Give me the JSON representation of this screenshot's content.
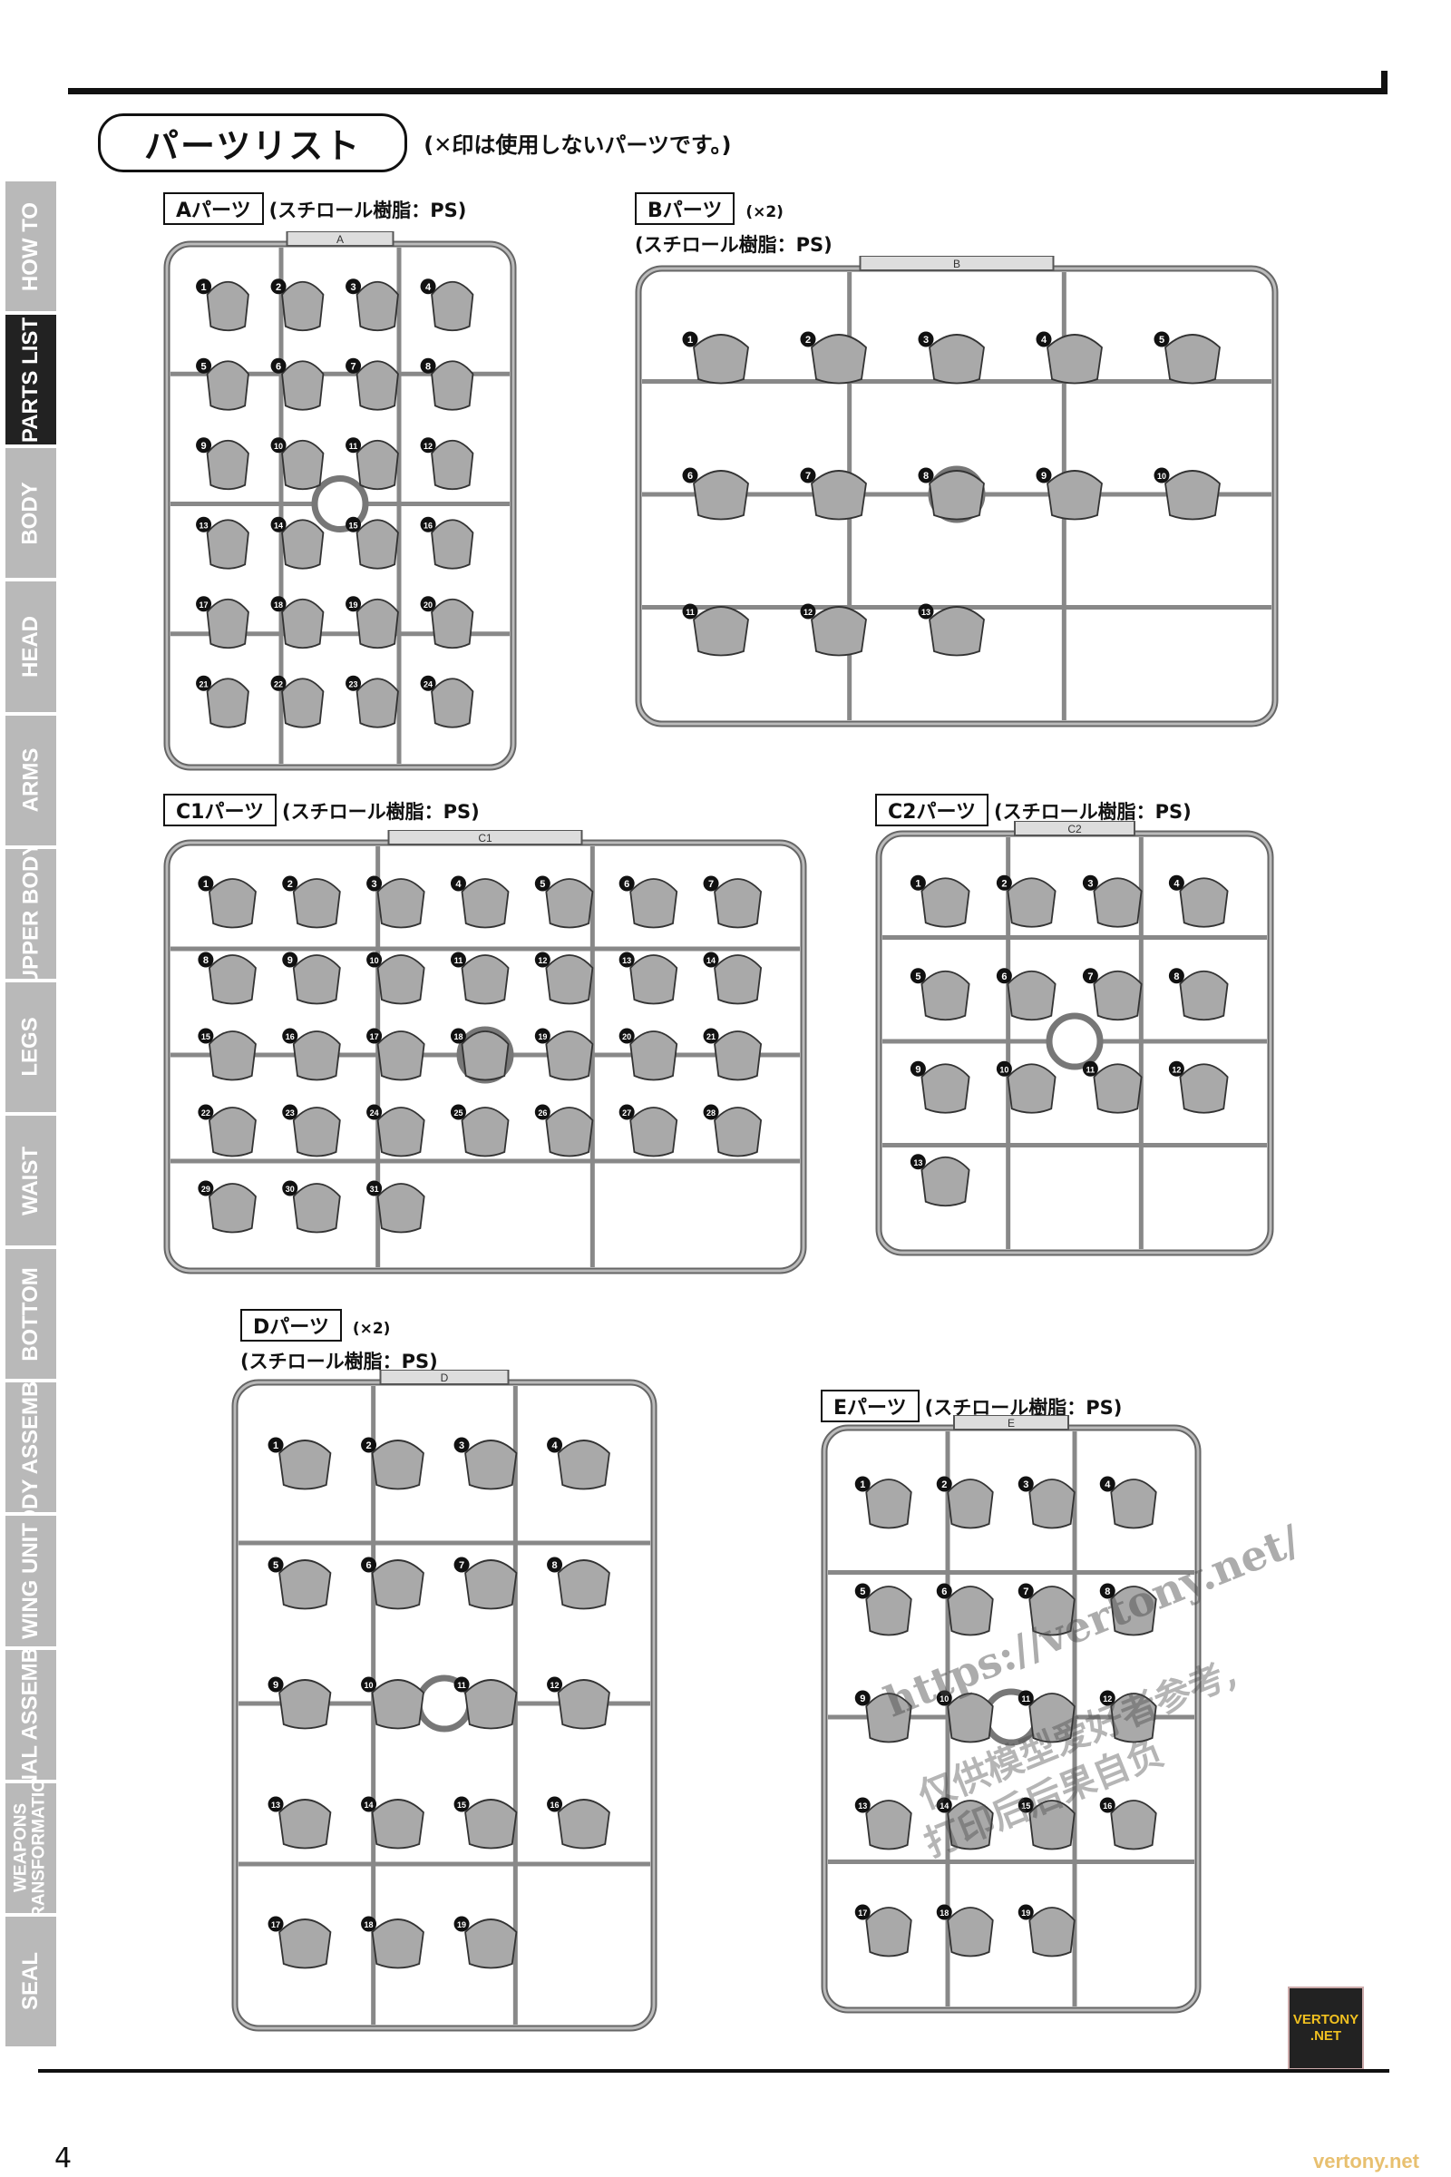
{
  "header": {
    "title": "パーツリスト",
    "note": "(✕印は使用しないパーツです。)"
  },
  "page_number": "4",
  "nav": [
    {
      "label": "HOW TO",
      "active": false
    },
    {
      "label": "PARTS LIST",
      "active": true
    },
    {
      "label": "BODY",
      "active": false
    },
    {
      "label": "HEAD",
      "active": false
    },
    {
      "label": "ARMS",
      "active": false
    },
    {
      "label": "UPPER BODY",
      "active": false
    },
    {
      "label": "LEGS",
      "active": false
    },
    {
      "label": "WAIST",
      "active": false
    },
    {
      "label": "BOTTOM",
      "active": false
    },
    {
      "label": "BODY ASSEMBLE",
      "active": false
    },
    {
      "label": "WING UNIT",
      "active": false
    },
    {
      "label": "FINAL ASSEMBLE",
      "active": false
    },
    {
      "label": "WEAPONS\nTRANSFORMATION",
      "active": false
    },
    {
      "label": "SEAL",
      "active": false
    }
  ],
  "runners": {
    "A": {
      "name": "Aパーツ",
      "material": "(スチロール樹脂：PS)",
      "mult": "",
      "letter": "A",
      "parts": [
        "1",
        "2",
        "3",
        "4",
        "5",
        "6",
        "7",
        "8",
        "9",
        "10",
        "11",
        "12",
        "13",
        "14",
        "15",
        "16",
        "17",
        "18",
        "19",
        "20",
        "21",
        "22",
        "23",
        "24"
      ]
    },
    "B": {
      "name": "Bパーツ",
      "material": "(スチロール樹脂：PS)",
      "mult": "(×2)",
      "letter": "B",
      "parts": [
        "1",
        "2",
        "3",
        "4",
        "5",
        "6",
        "7",
        "8",
        "9",
        "10",
        "11",
        "12",
        "13"
      ]
    },
    "C1": {
      "name": "C1パーツ",
      "material": "(スチロール樹脂：PS)",
      "mult": "",
      "letter": "C1",
      "parts": [
        "1",
        "2",
        "3",
        "4",
        "5",
        "6",
        "7",
        "8",
        "9",
        "10",
        "11",
        "12",
        "13",
        "14",
        "15",
        "16",
        "17",
        "18",
        "19",
        "20",
        "21",
        "22",
        "23",
        "24",
        "25",
        "26",
        "27",
        "28",
        "29",
        "30",
        "31"
      ]
    },
    "C2": {
      "name": "C2パーツ",
      "material": "(スチロール樹脂：PS)",
      "mult": "",
      "letter": "C2",
      "parts": [
        "1",
        "2",
        "3",
        "4",
        "5",
        "6",
        "7",
        "8",
        "9",
        "10",
        "11",
        "12",
        "13"
      ]
    },
    "D": {
      "name": "Dパーツ",
      "material": "(スチロール樹脂：PS)",
      "mult": "(×2)",
      "letter": "D",
      "parts": [
        "1",
        "2",
        "3",
        "4",
        "5",
        "6",
        "7",
        "8",
        "9",
        "10",
        "11",
        "12",
        "13",
        "14",
        "15",
        "16",
        "17",
        "18",
        "19"
      ]
    },
    "E": {
      "name": "Eパーツ",
      "material": "(スチロール樹脂：PS)",
      "mult": "",
      "letter": "E",
      "parts": [
        "1",
        "2",
        "3",
        "4",
        "5",
        "6",
        "7",
        "8",
        "9",
        "10",
        "11",
        "12",
        "13",
        "14",
        "15",
        "16",
        "17",
        "18",
        "19"
      ]
    }
  },
  "watermark": {
    "line1": "https://vertony.net/",
    "line2": "仅供模型爱好者参考,",
    "line3": "打印后后果自负"
  },
  "logo": {
    "line1": "VERTONY",
    "line2": ".NET"
  },
  "corner_text": "vertony.net"
}
